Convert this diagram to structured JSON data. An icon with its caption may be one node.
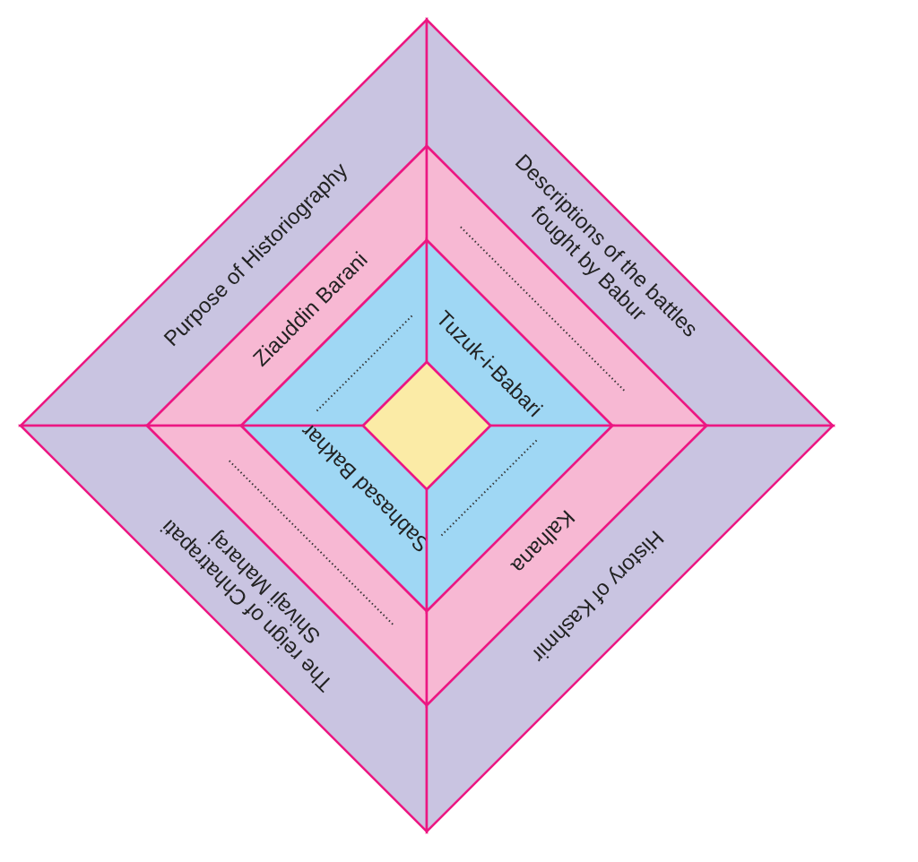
{
  "diagram": {
    "nodes": [
      {
        "text": [
          "Purpose of Historiography"
        ]
      },
      {
        "text": [
          "Ziauddin Barani"
        ]
      },
      {
        "text": [],
        "shape": "box"
      },
      {
        "text": [
          "Descriptions of the battles fought by Babur"
        ]
      },
      {
        "text": [],
        "shape": "box"
      },
      {
        "text": [
          "Tuzuk-i-Babari"
        ]
      },
      {
        "text": [
          "The reign of Chhatrapati Shivaji Maharaj"
        ]
      },
      {
        "text": [],
        "shape": "box"
      },
      {
        "text": [
          "Sabhasad Bakhar"
        ]
      },
      {
        "text": [
          "History of Kashmir"
        ]
      },
      {
        "text": [
          "Kalhana"
        ]
      },
      {
        "text": [],
        "shape": "box"
      },
      {
        "text": [],
        "shape": "diamond"
      }
    ]
  }
}
